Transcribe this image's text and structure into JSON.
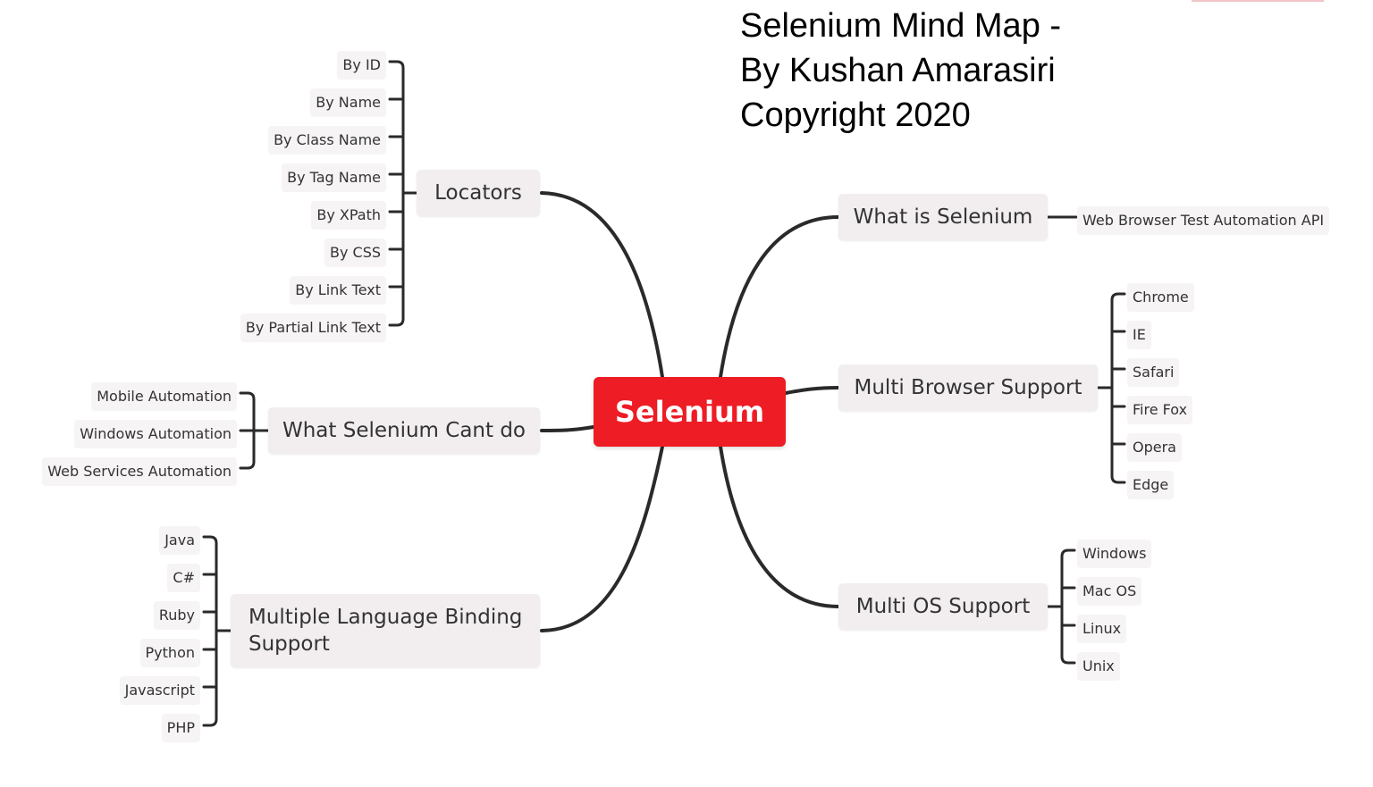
{
  "title": {
    "line1": "Selenium Mind Map -",
    "line2": "By Kushan Amarasiri",
    "line3": "Copyright 2020"
  },
  "colors": {
    "central_fill": "#ee1c25",
    "topic_fill": "#f2eeef",
    "leaf_fill": "#f7f4f5",
    "line": "#2a2a2a",
    "text": "#333333"
  },
  "central": {
    "label": "Selenium"
  },
  "branches": {
    "locators": {
      "label": "Locators",
      "children": [
        "By ID",
        "By Name",
        "By Class Name",
        "By Tag Name",
        "By XPath",
        "By CSS",
        "By Link Text",
        "By Partial Link Text"
      ]
    },
    "cant_do": {
      "label": "What Selenium Cant do",
      "children": [
        "Mobile Automation",
        "Windows Automation",
        "Web Services Automation"
      ]
    },
    "languages": {
      "label": "Multiple Language Binding Support",
      "children": [
        "Java",
        "C#",
        "Ruby",
        "Python",
        "Javascript",
        "PHP"
      ]
    },
    "what_is": {
      "label": "What is Selenium",
      "children": [
        "Web Browser Test Automation API"
      ]
    },
    "browsers": {
      "label": "Multi Browser Support",
      "children": [
        "Chrome",
        "IE",
        "Safari",
        "Fire Fox",
        "Opera",
        "Edge"
      ]
    },
    "os": {
      "label": "Multi OS Support",
      "children": [
        "Windows",
        "Mac OS",
        "Linux",
        "Unix"
      ]
    }
  }
}
